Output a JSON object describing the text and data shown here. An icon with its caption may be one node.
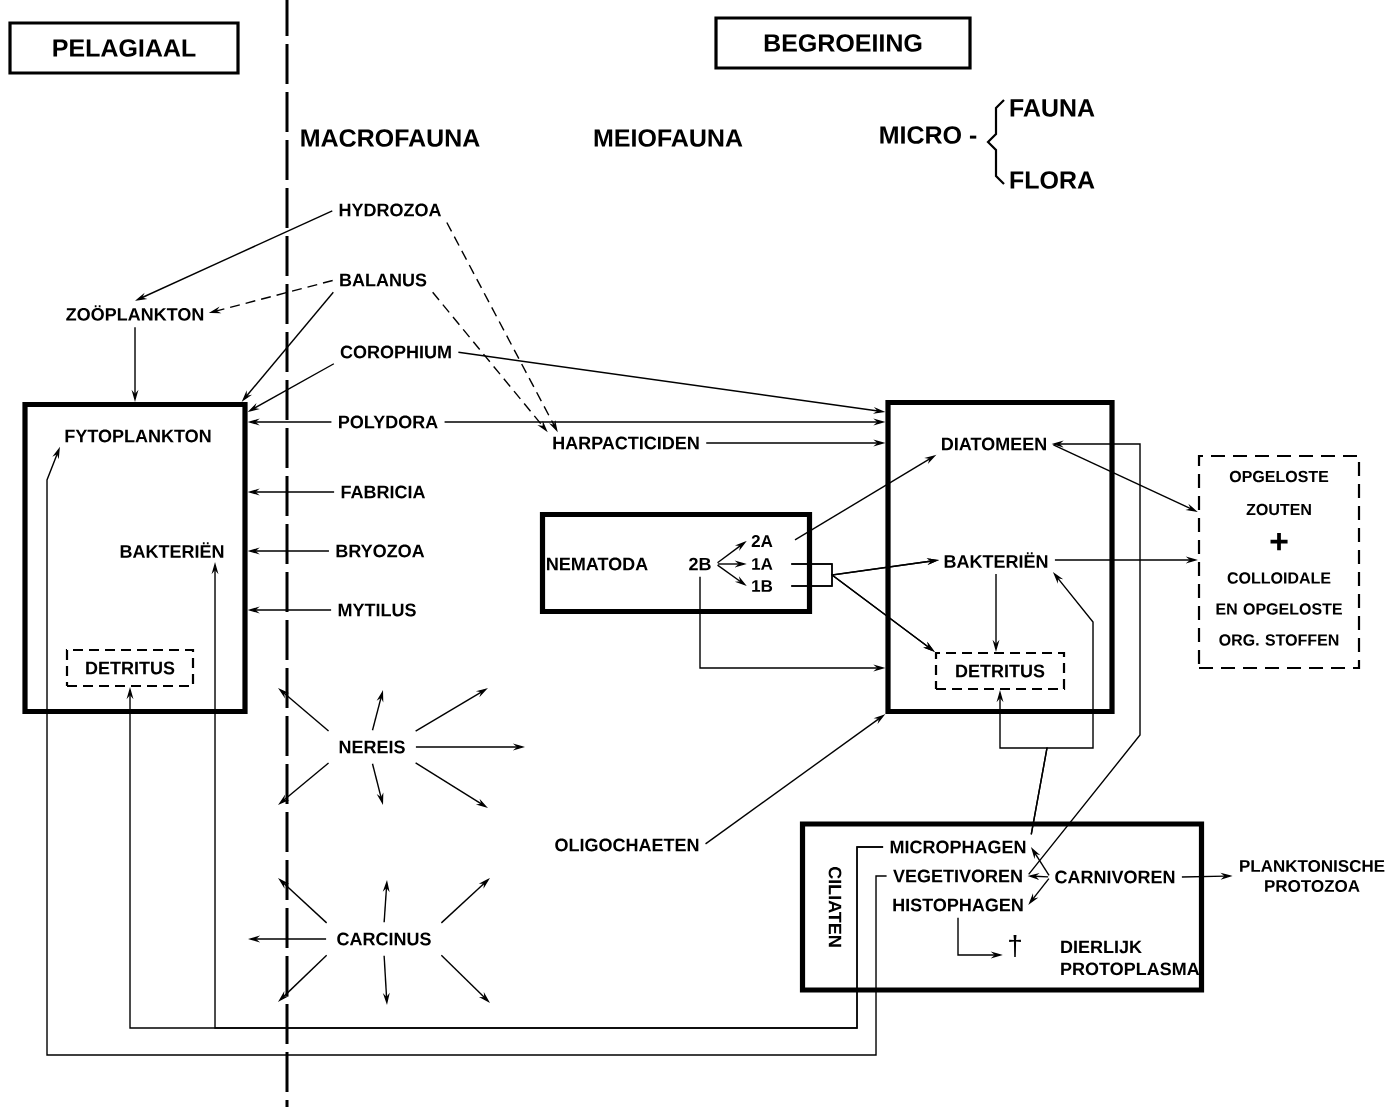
{
  "diagram": {
    "nodes": [
      {
        "text": [
          "PELAGIAAL"
        ]
      },
      {
        "text": [
          "BEGROEIING"
        ]
      },
      {
        "text": [
          "HYDROZOA"
        ]
      },
      {
        "text": [
          "ZOÖPLANKTON"
        ]
      },
      {
        "text": [
          "BALANUS"
        ]
      },
      {
        "text": [
          "COROPHIUM"
        ]
      },
      {
        "text": [],
        "shape": "box"
      },
      {
        "text": [
          "BAKTERIËN"
        ],
        "in": 6
      },
      {
        "text": [
          "DETRITUS"
        ],
        "in": 6
      },
      {
        "text": [
          "POLYDORA"
        ]
      },
      {
        "text": [
          "FABRICIA"
        ]
      },
      {
        "text": [
          "BRYOZOA"
        ]
      },
      {
        "text": [
          "MYTILUS"
        ]
      },
      {
        "text": [
          "HARPACTICIDEN"
        ]
      },
      {
        "text": [
          "NEMATODA"
        ]
      },
      {
        "text": [
          "2B"
        ],
        "in": 14
      },
      {
        "text": [
          "2A"
        ],
        "in": 14
      },
      {
        "text": [
          "1A"
        ],
        "in": 14
      },
      {
        "text": [
          "1B"
        ],
        "in": 14
      },
      {
        "text": [],
        "shape": "box"
      },
      {
        "text": [
          "DIATOMEEN"
        ],
        "in": 19
      },
      {
        "text": [
          "BAKTERIËN"
        ],
        "in": 19
      },
      {
        "text": [
          "DETRITUS"
        ],
        "in": 19
      },
      {
        "text": [
          "OPGELOSTE ZOUTEN",
          "+",
          "COLLOIDALE EN OPGELOSTE ORG. STOFFEN"
        ]
      },
      {
        "text": [
          "NEREIS"
        ]
      },
      {
        "text": [
          "OLIGOCHAETEN"
        ]
      },
      {
        "text": [
          "CARCINUS"
        ]
      },
      {
        "text": [
          "CILIATEN"
        ]
      },
      {
        "text": [
          "MICROPHAGEN"
        ],
        "in": 27
      },
      {
        "text": [
          "VEGETIVOREN"
        ],
        "in": 27
      },
      {
        "text": [
          "HISTOPHAGEN"
        ],
        "in": 27
      },
      {
        "text": [
          "CARNIVOREN"
        ],
        "in": 27
      },
      {
        "text": [
          "†"
        ],
        "in": 27
      },
      {
        "text": [
          "DIERLIJK PROTOPLASMA"
        ],
        "in": 27
      },
      {
        "text": [
          "PLANKTONISCHE PROTOZOA"
        ]
      },
      {
        "text": [
          "FYTOPLANKTON"
        ],
        "in": 6
      }
    ],
    "edges": [
      {
        "from": 2,
        "to": 3,
        "arrow": "to"
      },
      {
        "from": 2,
        "to": 13,
        "arrow": "to",
        "style": "dashed"
      },
      {
        "from": 4,
        "to": 3,
        "arrow": "to",
        "style": "dashed"
      },
      {
        "from": 4,
        "to": 6,
        "arrow": "to"
      },
      {
        "from": 4,
        "to": 13,
        "arrow": "to",
        "style": "dashed"
      },
      {
        "from": 3,
        "to": 6,
        "arrow": "to"
      },
      {
        "from": 5,
        "to": 6,
        "arrow": "to"
      },
      {
        "from": 5,
        "to": 19,
        "arrow": "to"
      },
      {
        "from": 9,
        "to": 6,
        "arrow": "to"
      },
      {
        "from": 9,
        "to": 19,
        "arrow": "to"
      },
      {
        "from": 13,
        "to": 19,
        "arrow": "to"
      },
      {
        "from": 10,
        "to": 6,
        "arrow": "to"
      },
      {
        "from": 11,
        "to": 6,
        "arrow": "to"
      },
      {
        "from": 12,
        "to": 6,
        "arrow": "to"
      },
      {
        "from": 15,
        "to": 16,
        "arrow": "to"
      },
      {
        "from": 15,
        "to": 17,
        "arrow": "to"
      },
      {
        "from": 15,
        "to": 18,
        "arrow": "to"
      },
      {
        "from": 16,
        "to": 20,
        "arrow": "to"
      },
      {
        "from": 17,
        "to": 21,
        "arrow": "to"
      },
      {
        "from": 18,
        "to": 21,
        "arrow": "to"
      },
      {
        "from": 17,
        "to": 22,
        "arrow": "to"
      },
      {
        "from": 18,
        "to": 22,
        "arrow": "to"
      },
      {
        "from": 15,
        "to": 19,
        "arrow": "to"
      },
      {
        "from": 20,
        "to": 23,
        "arrow": "to"
      },
      {
        "from": 21,
        "to": 23,
        "arrow": "to"
      },
      {
        "from": 21,
        "to": 22,
        "arrow": "to"
      },
      {
        "from": 25,
        "to": 19,
        "arrow": "to"
      },
      {
        "from": 29,
        "to": 20,
        "arrow": "to"
      },
      {
        "from": 28,
        "to": 22,
        "arrow": "to"
      },
      {
        "from": 28,
        "to": 21,
        "arrow": "to"
      },
      {
        "from": 31,
        "to": 28,
        "arrow": "to"
      },
      {
        "from": 31,
        "to": 29,
        "arrow": "to"
      },
      {
        "from": 31,
        "to": 30,
        "arrow": "to"
      },
      {
        "from": 31,
        "to": 34,
        "arrow": "to"
      },
      {
        "from": 30,
        "to": 32,
        "arrow": "to"
      },
      {
        "from": 28,
        "to": 8,
        "arrow": "to"
      },
      {
        "from": 28,
        "to": 7,
        "arrow": "to"
      },
      {
        "from": 29,
        "to": 35,
        "arrow": "to"
      },
      {
        "from": 24,
        "to": null,
        "arrow": "to"
      },
      {
        "from": 24,
        "to": null,
        "arrow": "to"
      },
      {
        "from": 24,
        "to": null,
        "arrow": "to"
      },
      {
        "from": 24,
        "to": null,
        "arrow": "to"
      },
      {
        "from": 24,
        "to": null,
        "arrow": "to"
      },
      {
        "from": 24,
        "to": null,
        "arrow": "to"
      },
      {
        "from": 24,
        "to": null,
        "arrow": "to"
      },
      {
        "from": 26,
        "to": null,
        "arrow": "to"
      },
      {
        "from": 26,
        "to": null,
        "arrow": "to"
      },
      {
        "from": 26,
        "to": null,
        "arrow": "to"
      },
      {
        "from": 26,
        "to": null,
        "arrow": "to"
      },
      {
        "from": 26,
        "to": null,
        "arrow": "to"
      },
      {
        "from": 26,
        "to": null,
        "arrow": "to"
      },
      {
        "from": 26,
        "to": null,
        "arrow": "to"
      }
    ],
    "labels": [
      "MACROFAUNA",
      "MEIOFAUNA",
      "MICRO -",
      "FAUNA",
      "FLORA"
    ]
  }
}
